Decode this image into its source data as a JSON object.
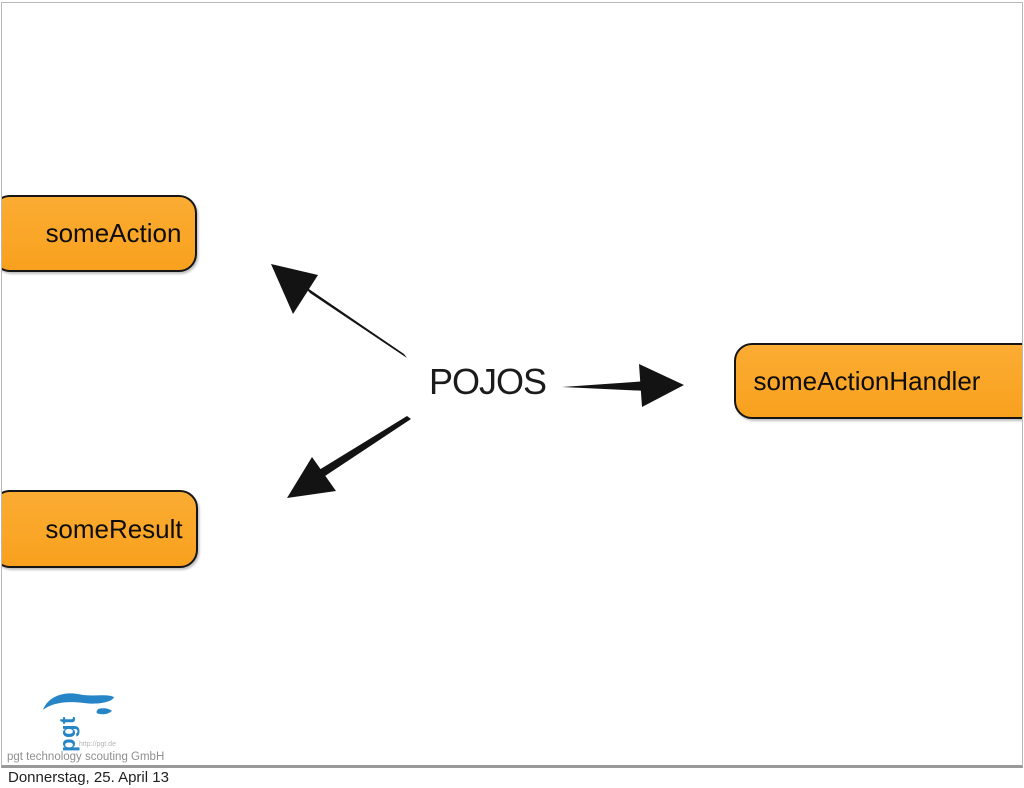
{
  "diagram": {
    "center_label": "POJOS",
    "nodes": [
      {
        "id": "someAction",
        "label": "someAction"
      },
      {
        "id": "someResult",
        "label": "someResult"
      },
      {
        "id": "someActionHandler",
        "label": "someActionHandler"
      }
    ],
    "arrows": [
      {
        "from": "POJOS",
        "to": "someAction",
        "direction": "up-left"
      },
      {
        "from": "POJOS",
        "to": "someResult",
        "direction": "down-left"
      },
      {
        "from": "POJOS",
        "to": "someActionHandler",
        "direction": "right"
      }
    ]
  },
  "logo": {
    "brand": "pgt",
    "url": "http://pgt.de",
    "tagline": "pgt technology scouting GmbH"
  },
  "footer": {
    "date": "Donnerstag, 25. April 13"
  },
  "colors": {
    "node_fill": "#F9A11E",
    "node_fill_light": "#FBAC33",
    "node_border": "#151515",
    "arrow": "#131313",
    "logo_blue": "#2585C7",
    "logo_gray": "#8f8f8f",
    "slide_border": "#b9b9b9",
    "slide_border_bottom": "#999999",
    "footer_text": "#1f1f1f"
  }
}
